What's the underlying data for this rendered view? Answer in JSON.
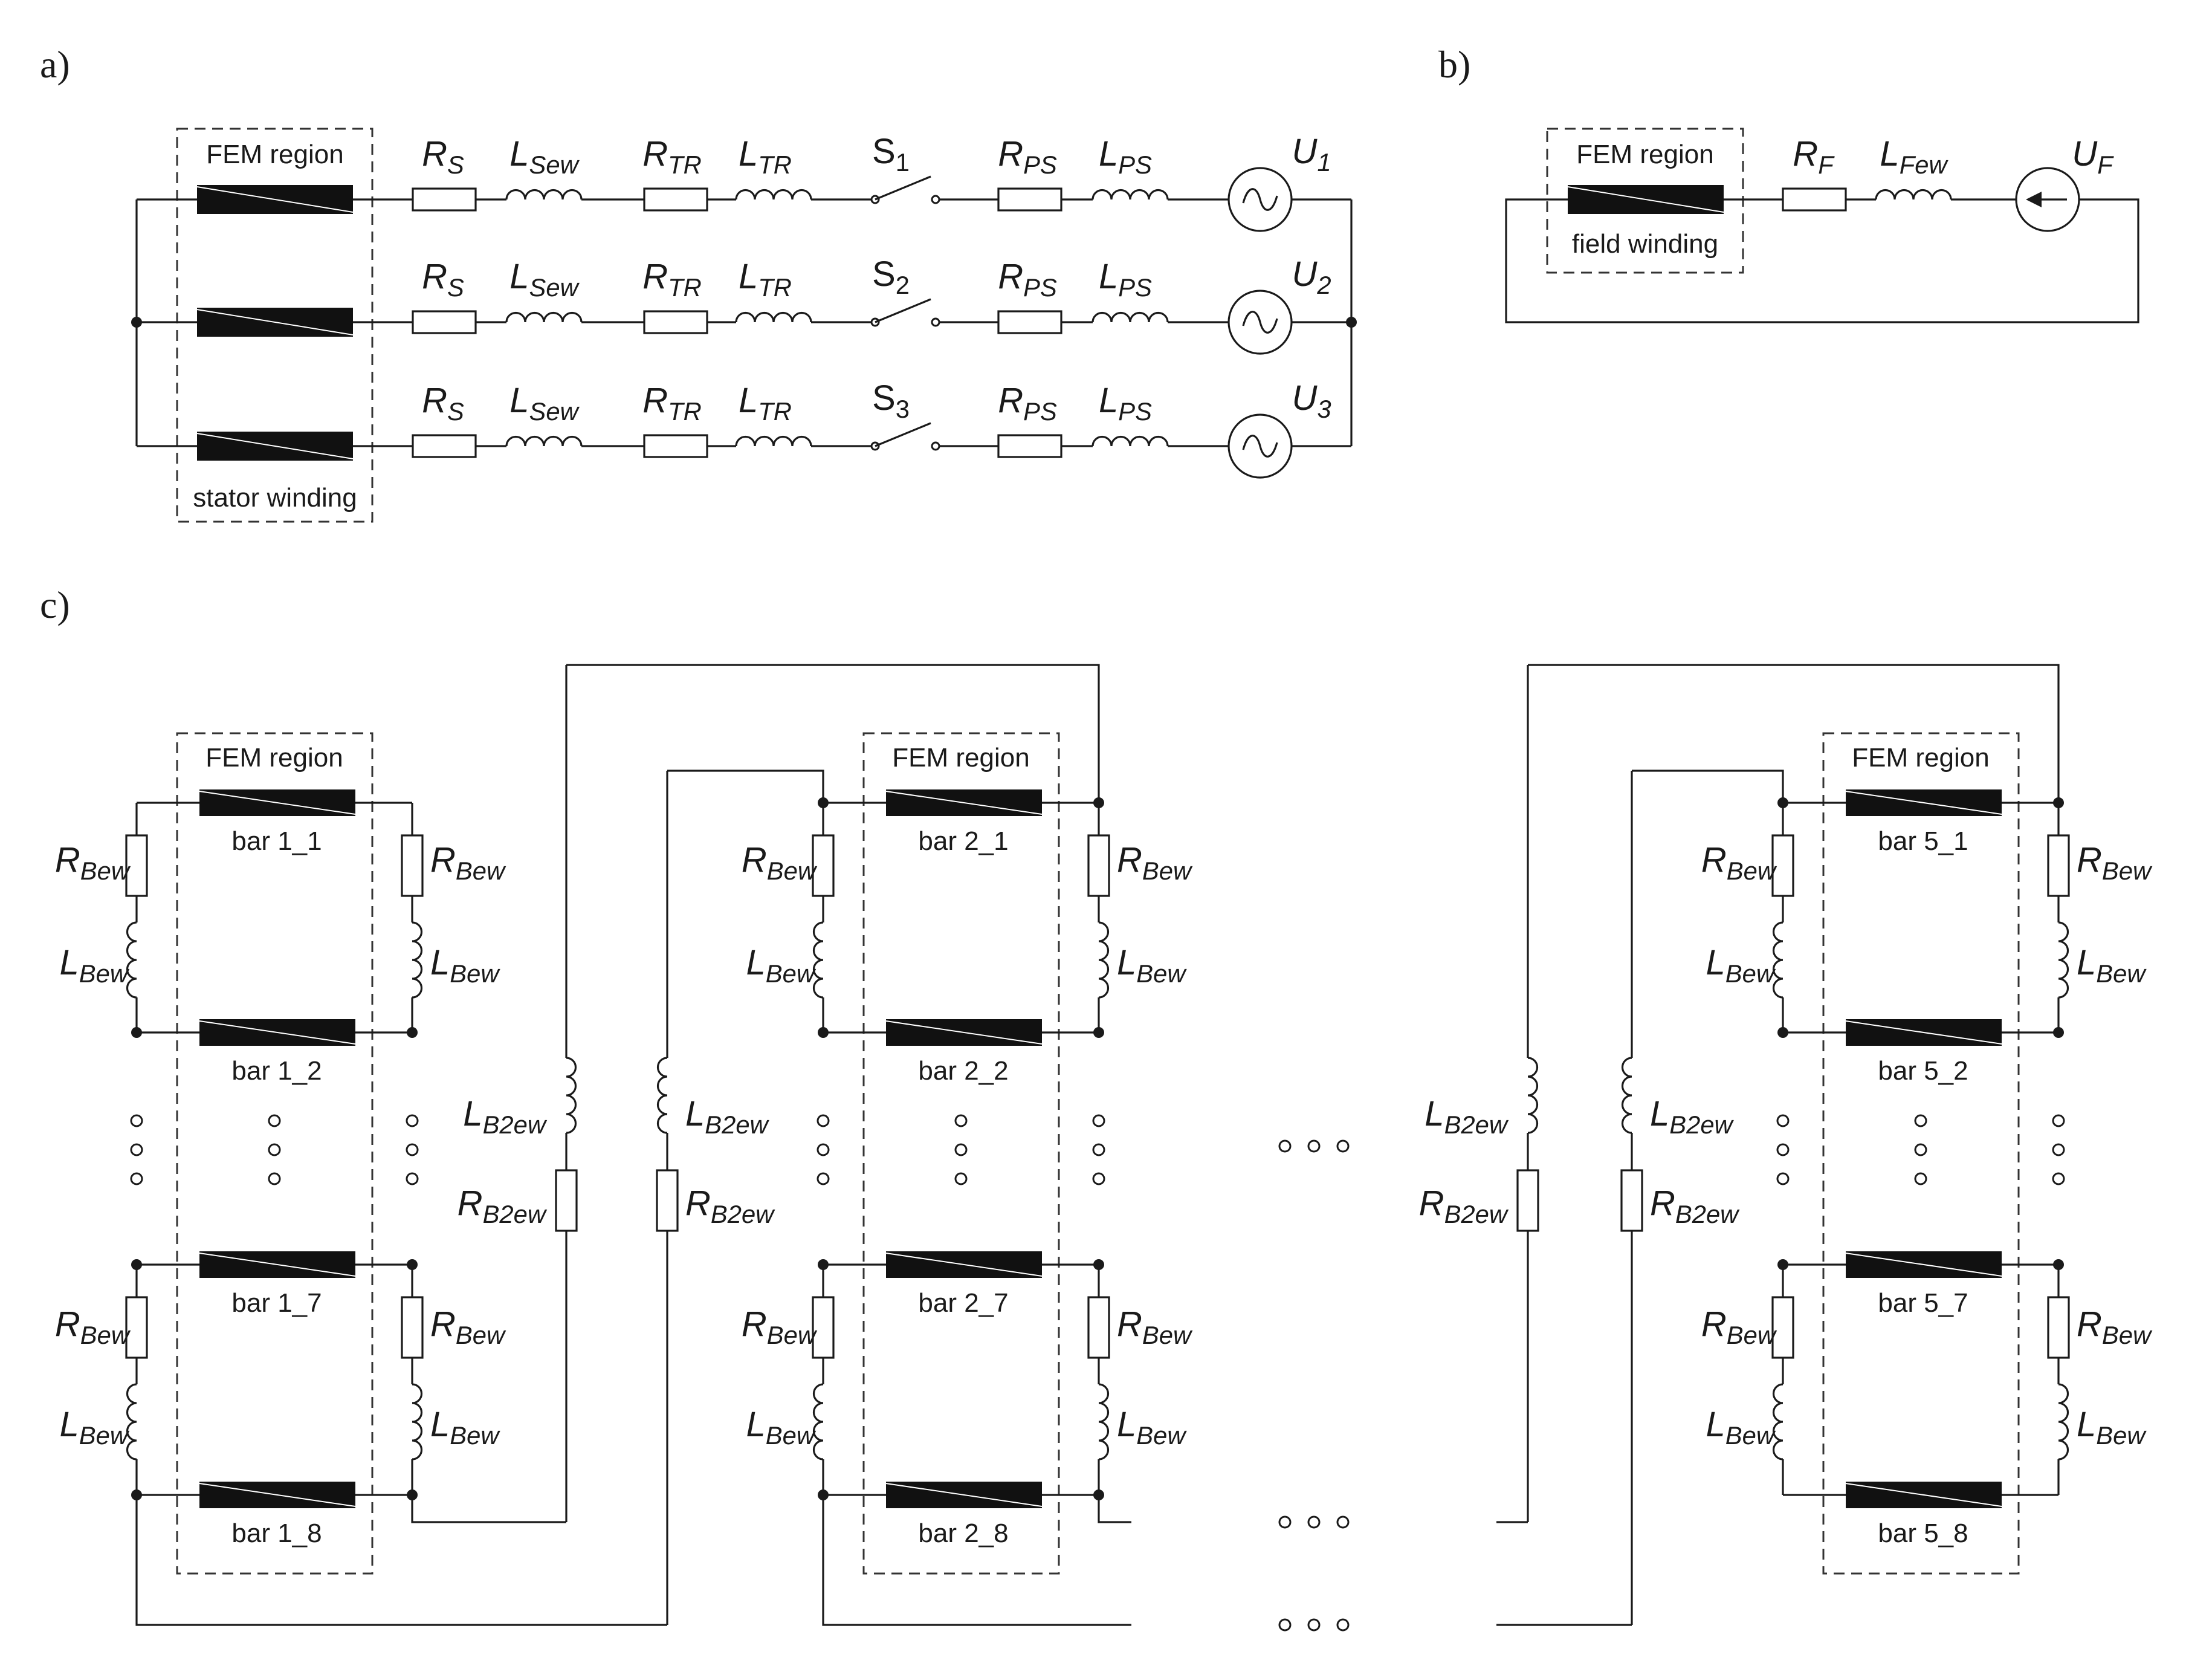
{
  "panels": {
    "a": "a)",
    "b": "b)",
    "c": "c)"
  },
  "labels": {
    "fem_region": "FEM region",
    "stator_winding": "stator winding",
    "field_winding": "field winding"
  },
  "a": {
    "phases": [
      {
        "rs": [
          "R",
          "S"
        ],
        "lsew": [
          "L",
          "Sew"
        ],
        "rtr": [
          "R",
          "TR"
        ],
        "ltr": [
          "L",
          "TR"
        ],
        "s": [
          "S",
          "1"
        ],
        "rps": [
          "R",
          "PS"
        ],
        "lps": [
          "L",
          "PS"
        ],
        "u": [
          "U",
          "1"
        ]
      },
      {
        "rs": [
          "R",
          "S"
        ],
        "lsew": [
          "L",
          "Sew"
        ],
        "rtr": [
          "R",
          "TR"
        ],
        "ltr": [
          "L",
          "TR"
        ],
        "s": [
          "S",
          "2"
        ],
        "rps": [
          "R",
          "PS"
        ],
        "lps": [
          "L",
          "PS"
        ],
        "u": [
          "U",
          "2"
        ]
      },
      {
        "rs": [
          "R",
          "S"
        ],
        "lsew": [
          "L",
          "Sew"
        ],
        "rtr": [
          "R",
          "TR"
        ],
        "ltr": [
          "L",
          "TR"
        ],
        "s": [
          "S",
          "3"
        ],
        "rps": [
          "R",
          "PS"
        ],
        "lps": [
          "L",
          "PS"
        ],
        "u": [
          "U",
          "3"
        ]
      }
    ]
  },
  "b": {
    "rf": [
      "R",
      "F"
    ],
    "lfew": [
      "L",
      "Few"
    ],
    "uf": [
      "U",
      "F"
    ]
  },
  "c": {
    "groups": [
      {
        "bars": [
          "bar 1_1",
          "bar 1_2",
          "bar 1_7",
          "bar 1_8"
        ]
      },
      {
        "bars": [
          "bar 2_1",
          "bar 2_2",
          "bar 2_7",
          "bar 2_8"
        ]
      },
      {
        "bars": [
          "bar 5_1",
          "bar 5_2",
          "bar 5_7",
          "bar 5_8"
        ]
      }
    ],
    "rbew": [
      "R",
      "Bew"
    ],
    "lbew": [
      "L",
      "Bew"
    ],
    "lb2ew": [
      "L",
      "B2ew"
    ],
    "rb2ew": [
      "R",
      "B2ew"
    ]
  }
}
